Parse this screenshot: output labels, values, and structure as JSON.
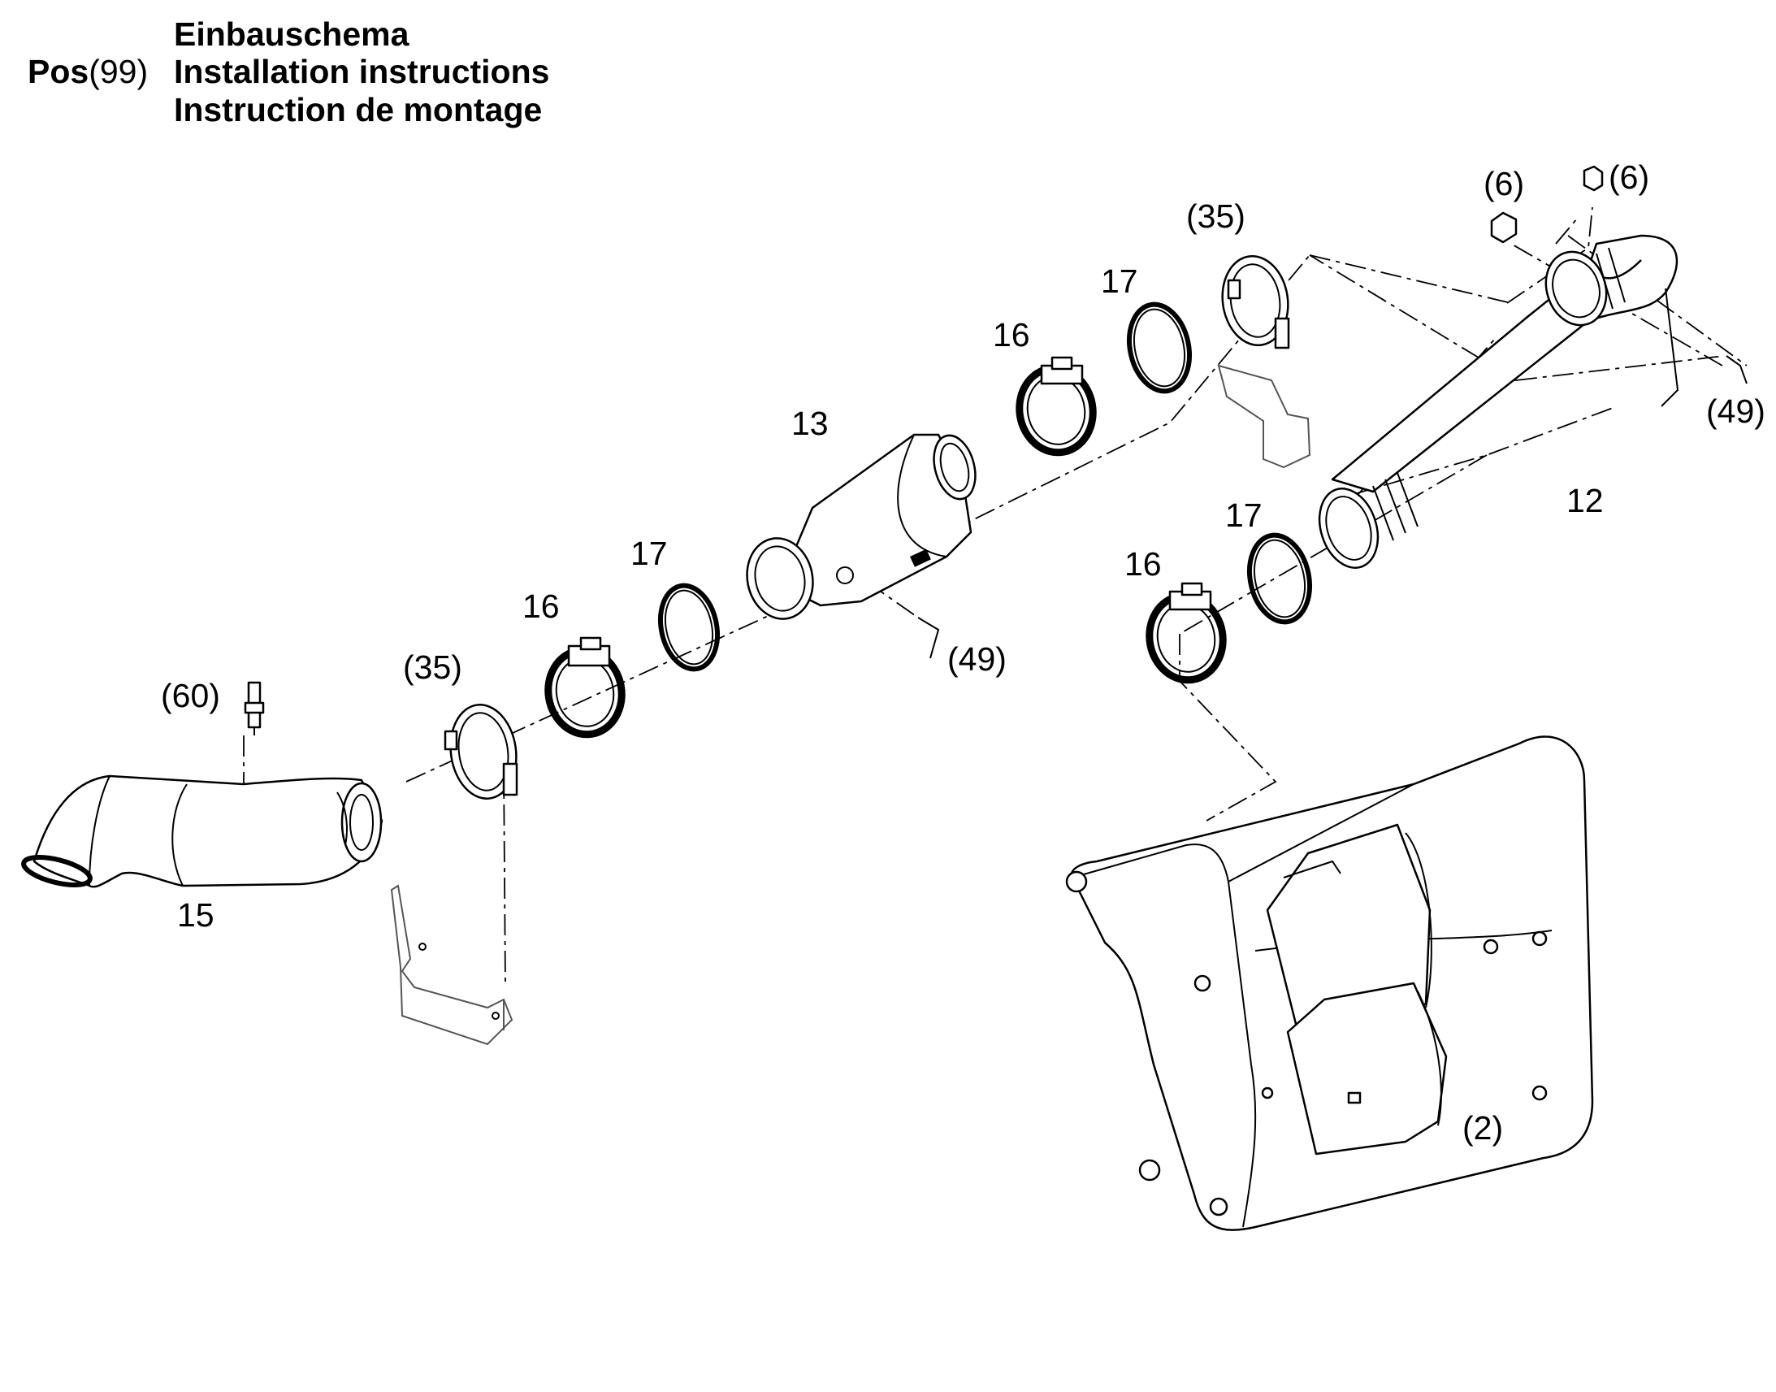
{
  "header": {
    "pos_label": "Pos",
    "pos_number": "(99)",
    "title_de": "Einbauschema",
    "title_en": "Installation instructions",
    "title_fr": "Instruction de montage"
  },
  "callouts": {
    "c60": "(60)",
    "c15": "15",
    "c35_left": "(35)",
    "c16_left": "16",
    "c17_left": "17",
    "c13": "13",
    "c49_mid": "(49)",
    "c16_top": "16",
    "c17_top": "17",
    "c35_top": "(35)",
    "c6_left": "(6)",
    "c6_right": "(6)",
    "c49_right": "(49)",
    "c12": "12",
    "c17_right": "17",
    "c16_right": "16",
    "c2": "(2)"
  }
}
